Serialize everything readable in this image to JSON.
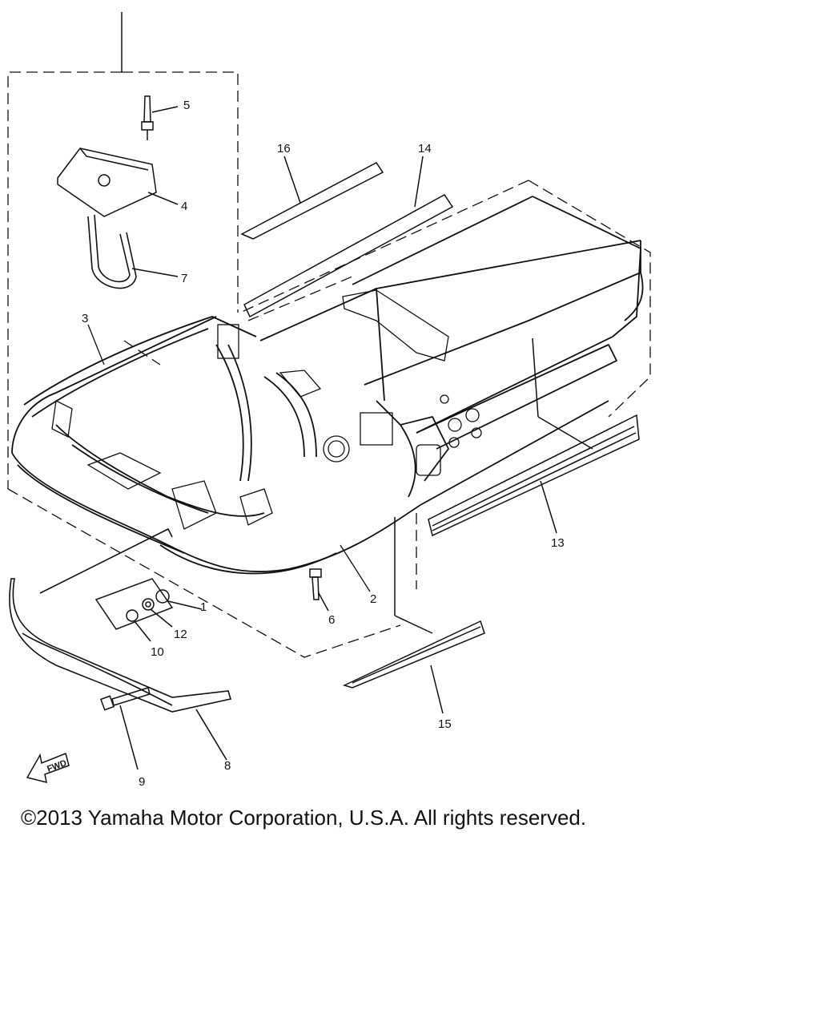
{
  "diagram": {
    "callouts": {
      "c1": "1",
      "c2": "2",
      "c3": "3",
      "c4": "4",
      "c5": "5",
      "c6": "6",
      "c7": "7",
      "c8": "8",
      "c9": "9",
      "c10": "10",
      "c12": "12",
      "c13": "13",
      "c14": "14",
      "c15": "15",
      "c16": "16"
    },
    "fwd_label": "FWD",
    "line_color": "#111111"
  },
  "footer": {
    "copyright": "©2013 Yamaha Motor Corporation, U.S.A. All rights reserved."
  }
}
